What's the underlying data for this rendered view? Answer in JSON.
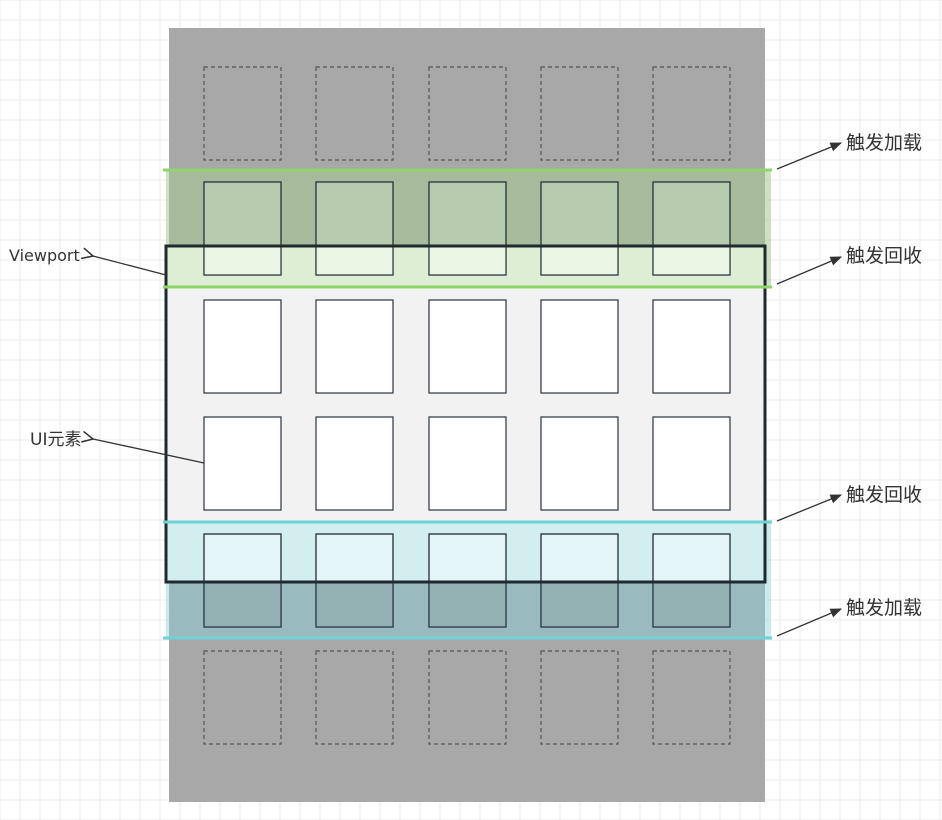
{
  "viewport": {
    "label": "Viewport"
  },
  "ui_element": {
    "label": "UI元素"
  },
  "annotations": {
    "top_load": "触发加载",
    "top_recycle": "触发回收",
    "bottom_recycle": "触发回收",
    "bottom_load": "触发加载"
  },
  "colors": {
    "background": "#ffffff",
    "grid": "#e8e8e8",
    "content_area": "#a8a8a8",
    "viewport_fill": "#f2f2f2",
    "viewport_border": "#1f2a30",
    "green_line": "#8fd66a",
    "green_band": "#a6c890",
    "cyan_line": "#6fd2d6",
    "cyan_band": "#8ad3d8",
    "cell_border": "#2b3340",
    "arrow": "#333333"
  }
}
